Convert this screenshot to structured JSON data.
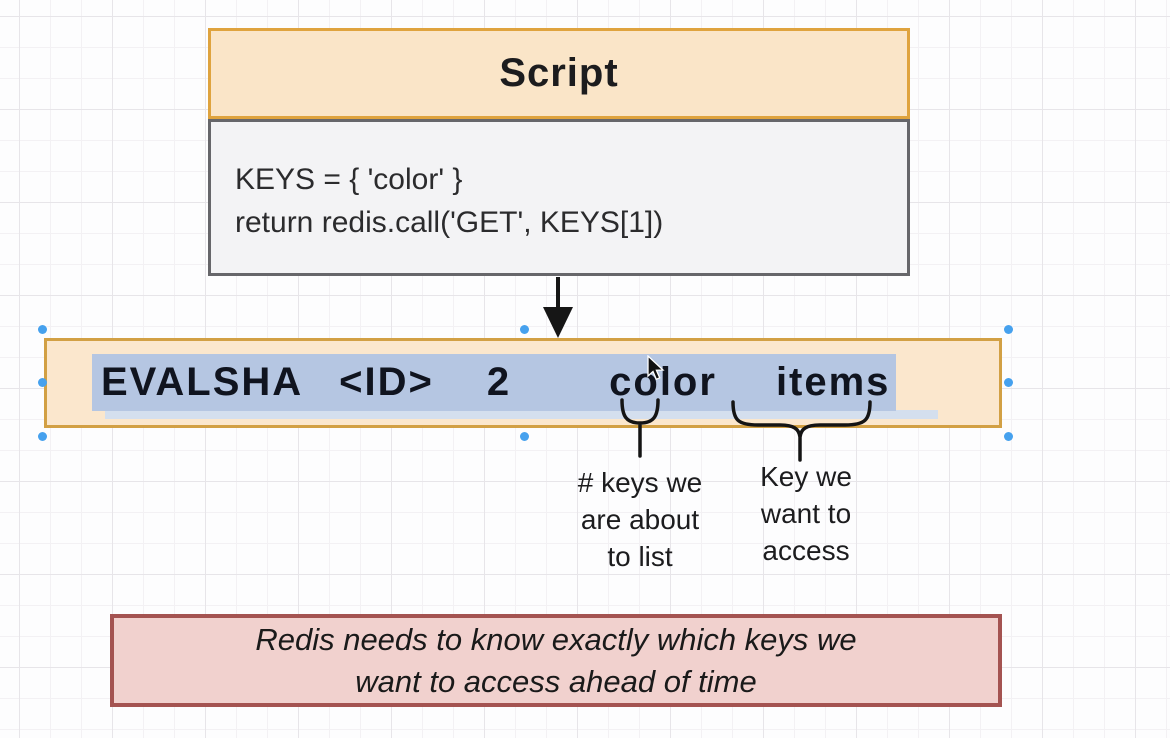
{
  "script_box": {
    "title": "Script",
    "code_lines": [
      "KEYS = { 'color' }",
      "return redis.call('GET', KEYS[1])"
    ]
  },
  "command_box": {
    "tokens": [
      "EVALSHA",
      "<ID>",
      "2",
      "color",
      "items"
    ]
  },
  "annotations": {
    "num_keys_label": "# keys we\nare about\nto list",
    "key_access_label": "Key we\nwant to\naccess"
  },
  "note_box": {
    "text": "Redis needs to know exactly which keys we\nwant to access ahead of time"
  },
  "colors": {
    "ink": "#1c1c1e",
    "header_fill": "#fae5c8",
    "header_border": "#dfa33e",
    "body_fill": "#f3f3f5",
    "body_border": "#66666a",
    "code_text": "#2b2b2d",
    "cmd_fill": "#fbe7cd",
    "cmd_border": "#d2a044",
    "highlight": "#b5c6e2",
    "highlight_secondary": "#d4dfee",
    "cmd_text": "#10141f",
    "handle": "#46a1ee",
    "brace": "#141414",
    "note_fill": "#f1d1ce",
    "note_border": "#a45351",
    "note_text": "#1a1a1a",
    "grid_minor": "#f3f1f4",
    "grid_major": "#e7e5e9",
    "background": "#fdfdfe",
    "arrow": "#161616"
  },
  "icons": {
    "mouse_cursor": "arrow-pointer",
    "arrow_connector": "down-arrow",
    "selection_handle": "blue-dot"
  }
}
